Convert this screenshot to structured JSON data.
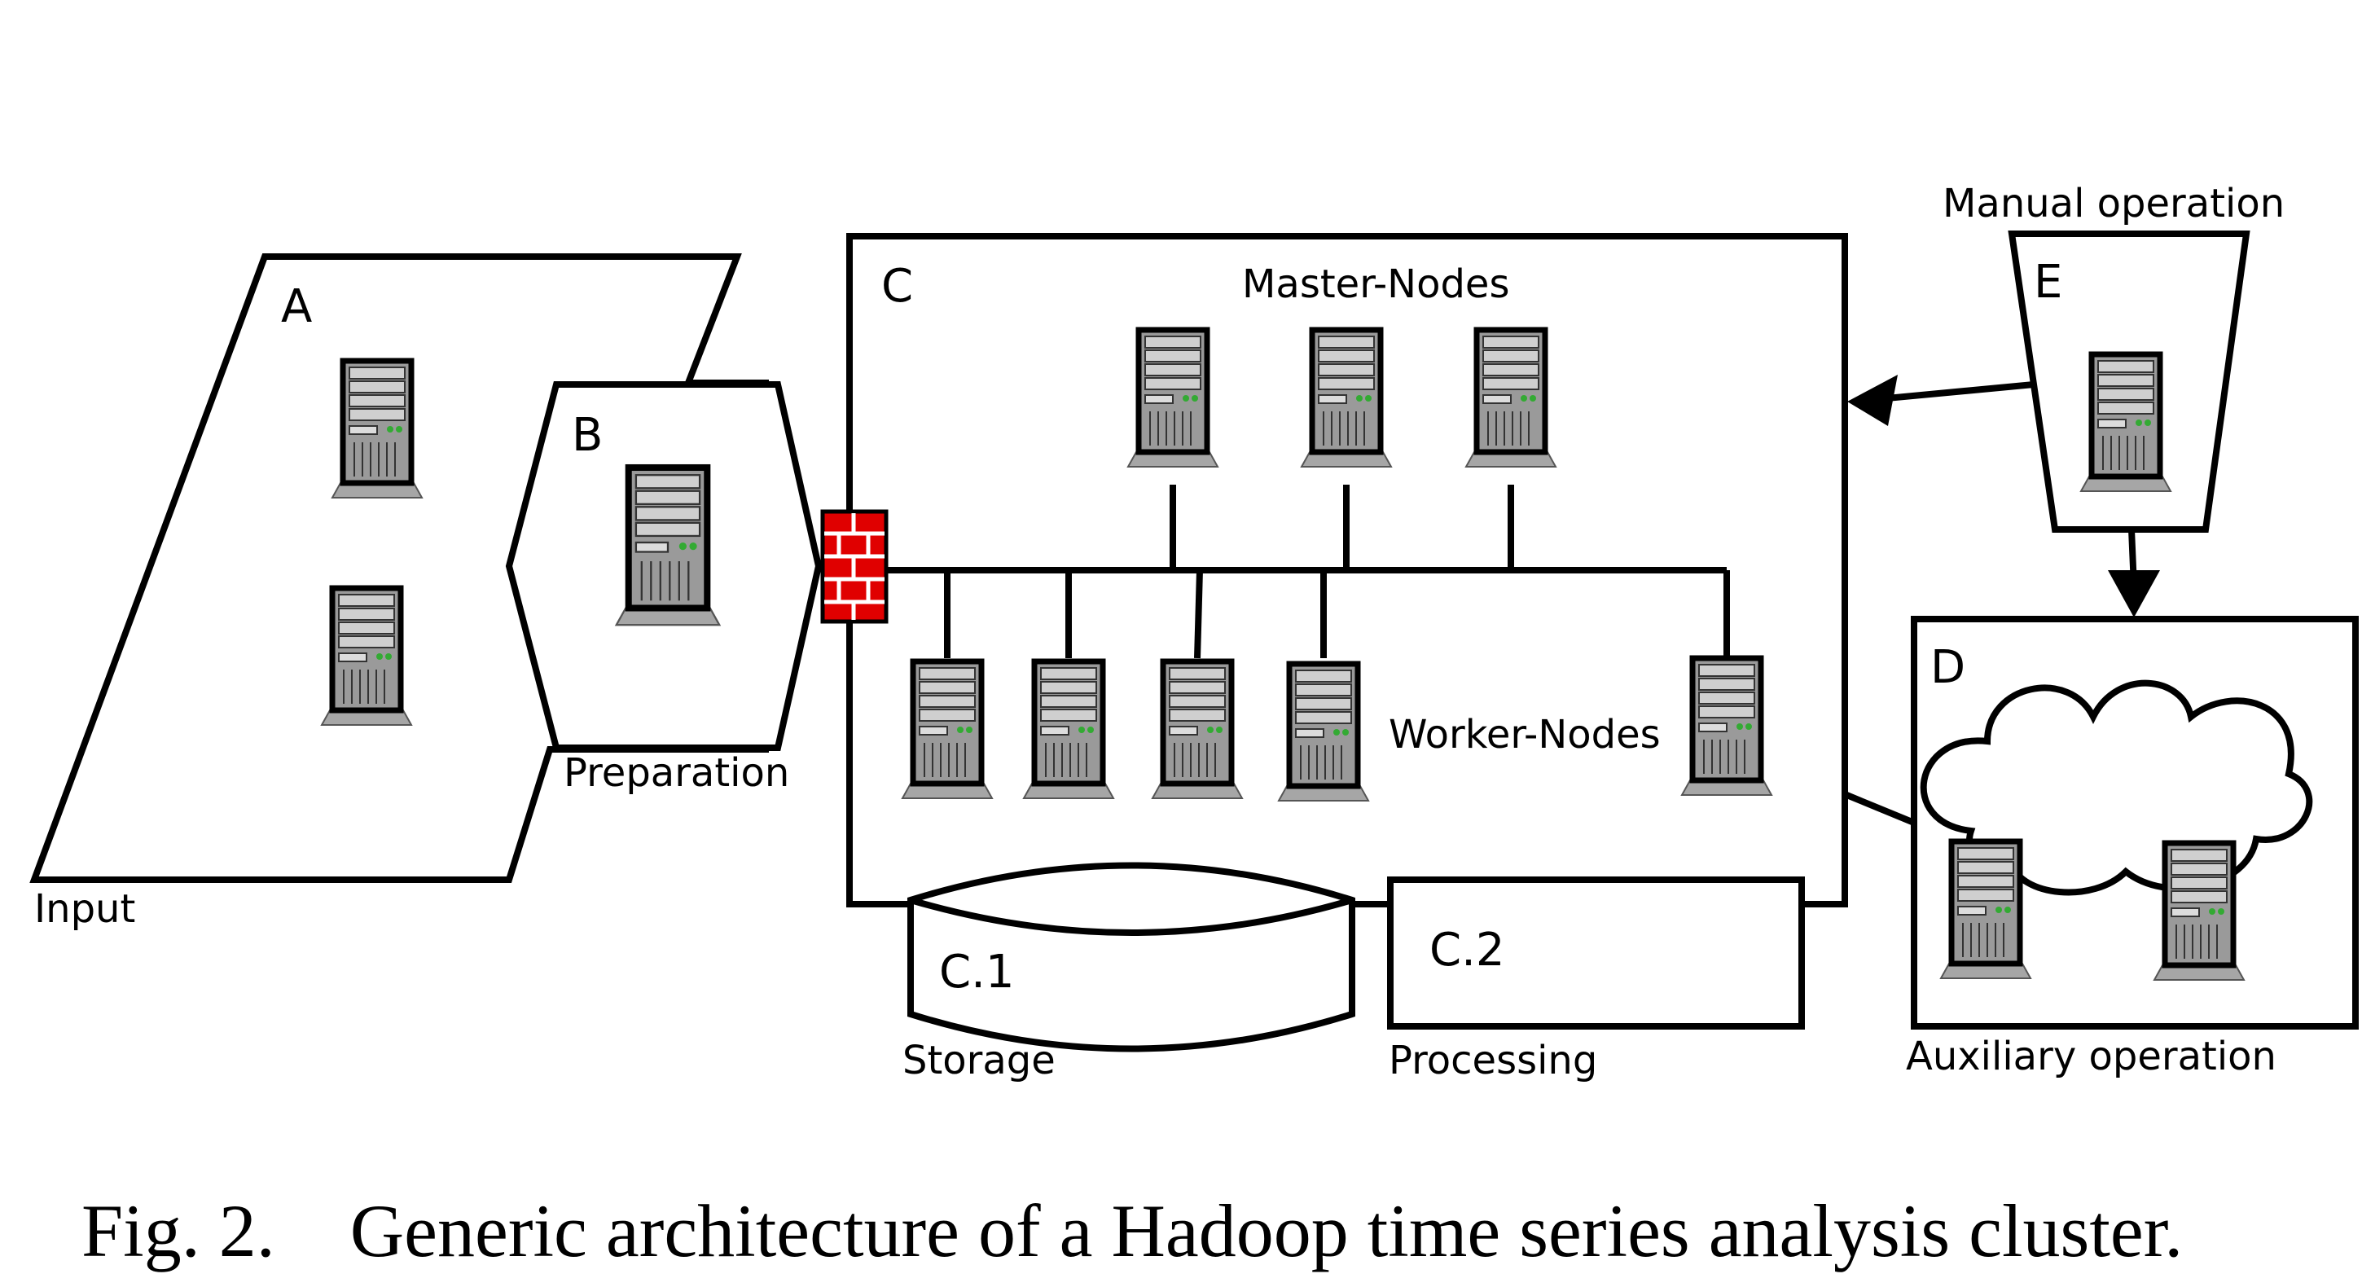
{
  "zones": {
    "input": {
      "letter": "A",
      "caption": "Input"
    },
    "preparation": {
      "letter": "B",
      "caption": "Preparation"
    },
    "cluster": {
      "letter": "C",
      "master_label": "Master-Nodes",
      "worker_label": "Worker-Nodes"
    },
    "storage": {
      "letter": "C.1",
      "caption": "Storage"
    },
    "processing": {
      "letter": "C.2",
      "caption": "Processing"
    },
    "auxiliary": {
      "letter": "D",
      "caption": "Auxiliary operation"
    },
    "manual": {
      "letter": "E",
      "caption": "Manual operation"
    }
  },
  "figure_caption": "Fig. 2.    Generic architecture of a Hadoop time series analysis cluster.",
  "icons": [
    "server-icon",
    "firewall-icon",
    "cloud-icon",
    "arrow-icon"
  ],
  "colors": {
    "server_gray": "#a6a6a6",
    "firewall_red": "#e00000",
    "line": "#000000"
  }
}
